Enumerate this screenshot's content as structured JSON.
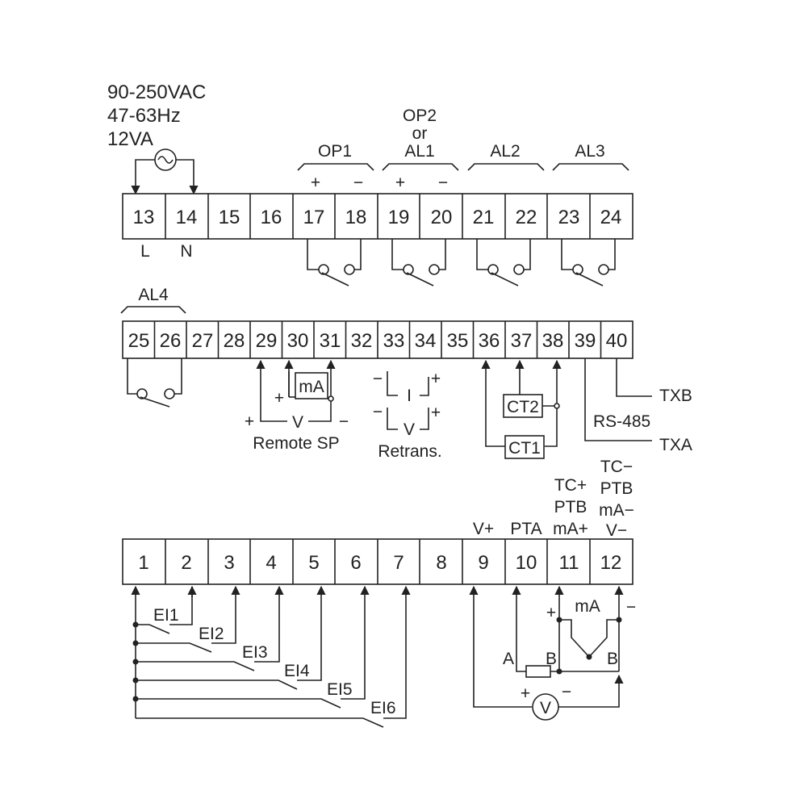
{
  "power": {
    "line1": "90-250VAC",
    "line2": "47-63Hz",
    "line3": "12VA",
    "L": "L",
    "N": "N"
  },
  "groups": {
    "op1": "OP1",
    "op2_line1": "OP2",
    "op2_line2": "or",
    "op2_line3": "AL1",
    "al2": "AL2",
    "al3": "AL3",
    "al4": "AL4",
    "plus": "+",
    "minus": "−"
  },
  "rows": {
    "top": [
      "13",
      "14",
      "15",
      "16",
      "17",
      "18",
      "19",
      "20",
      "21",
      "22",
      "23",
      "24"
    ],
    "middle": [
      "25",
      "26",
      "27",
      "28",
      "29",
      "30",
      "31",
      "32",
      "33",
      "34",
      "35",
      "36",
      "37",
      "38",
      "39",
      "40"
    ],
    "bottom": [
      "1",
      "2",
      "3",
      "4",
      "5",
      "6",
      "7",
      "8",
      "9",
      "10",
      "11",
      "12"
    ]
  },
  "remote_sp": {
    "ma": "mA",
    "v": "V",
    "plus": "+",
    "minus": "−",
    "label": "Remote SP"
  },
  "retrans": {
    "i": "I",
    "v": "V",
    "plus": "+",
    "minus": "−",
    "label": "Retrans."
  },
  "ct": {
    "ct1": "CT1",
    "ct2": "CT2"
  },
  "rs485": {
    "label": "RS-485",
    "txa": "TXA",
    "txb": "TXB"
  },
  "inputs": {
    "v_plus": "V+",
    "pta": "PTA",
    "t11_l1": "TC+",
    "t11_l2": "PTB",
    "t11_l3": "mA+",
    "t12_l1": "TC−",
    "t12_l2": "PTB",
    "t12_l3": "mA−",
    "t12_l4": "V−",
    "ma": "mA",
    "a": "A",
    "b1": "B",
    "b2": "B",
    "v": "V",
    "plus": "+",
    "minus": "−"
  },
  "event_inputs": [
    "EI1",
    "EI2",
    "EI3",
    "EI4",
    "EI5",
    "EI6"
  ]
}
